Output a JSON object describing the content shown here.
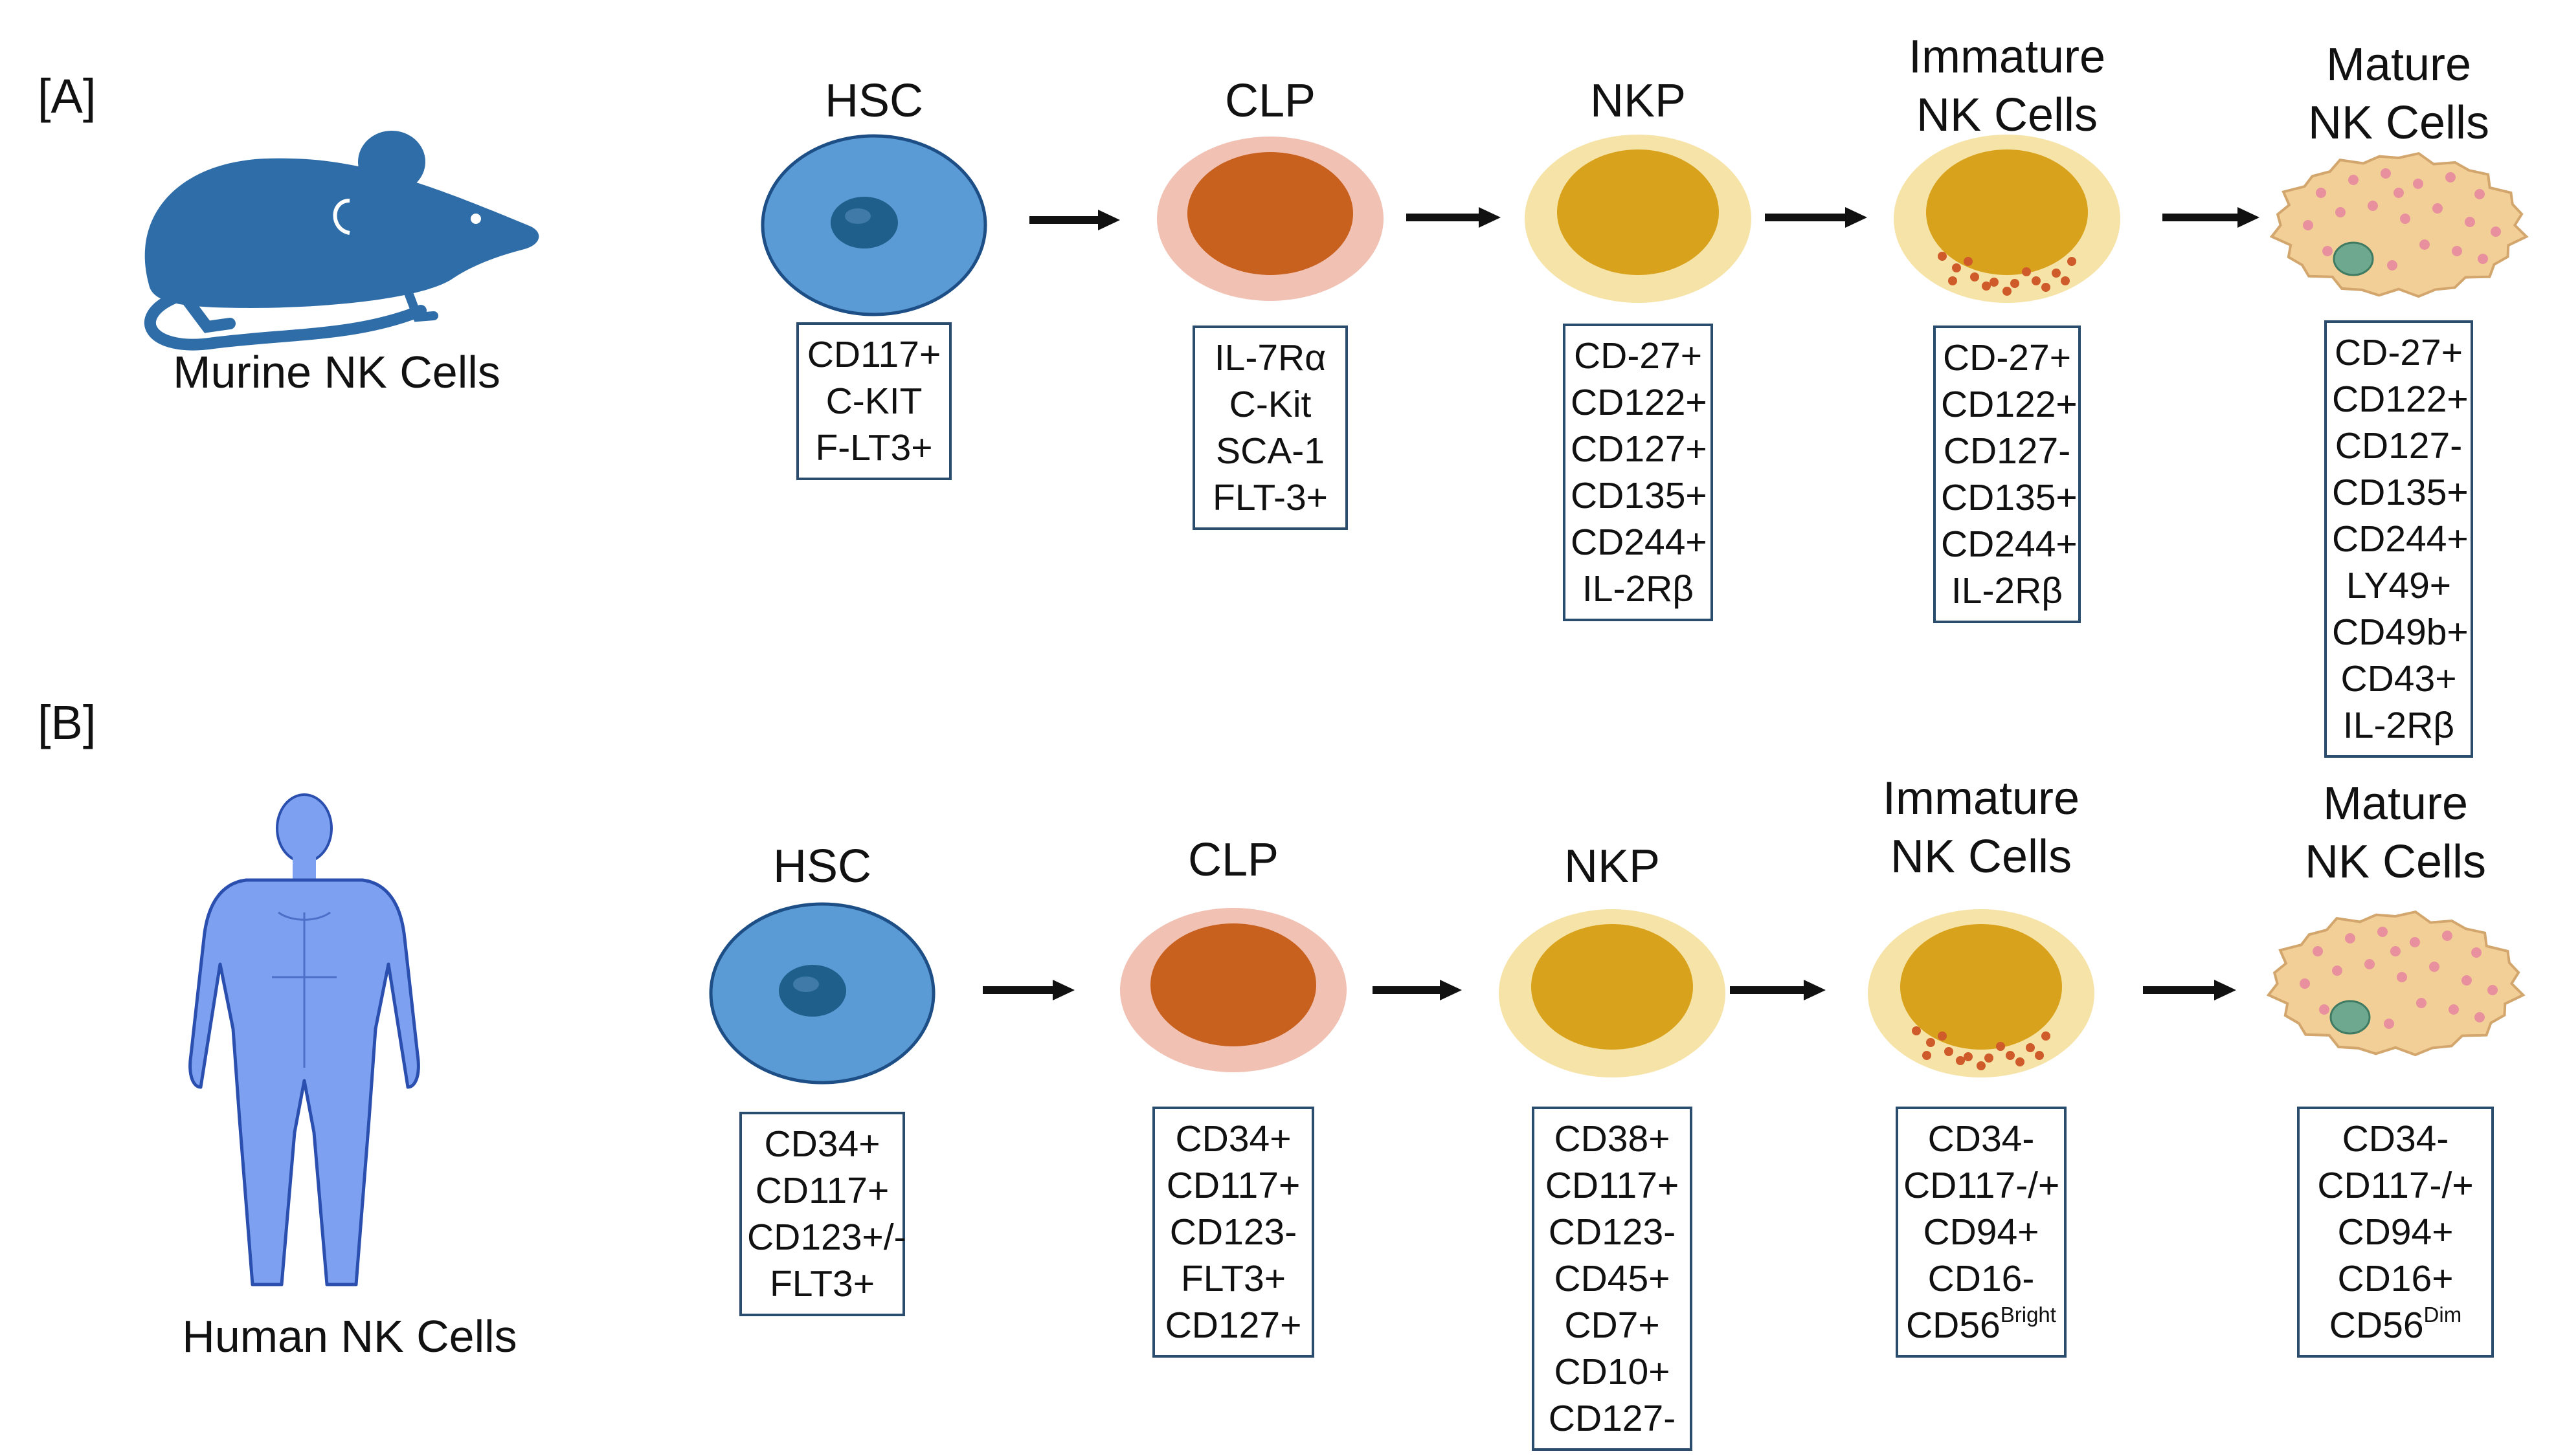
{
  "panels": [
    {
      "label": "[A]",
      "species_label": "Murine NK Cells",
      "species_icon": "mouse-icon",
      "stages": [
        {
          "title": [
            "HSC"
          ],
          "cell": "hsc",
          "markers": [
            [
              "CD117+"
            ],
            [
              "C-KIT"
            ],
            [
              "F-LT3+"
            ]
          ]
        },
        {
          "title": [
            "CLP"
          ],
          "cell": "clp",
          "markers": [
            [
              "IL-7Rα"
            ],
            [
              "C-Kit"
            ],
            [
              "SCA-1"
            ],
            [
              "FLT-3+"
            ]
          ]
        },
        {
          "title": [
            "NKP"
          ],
          "cell": "nkp",
          "markers": [
            [
              "CD-27+"
            ],
            [
              "CD122+"
            ],
            [
              "CD127+"
            ],
            [
              "CD135+"
            ],
            [
              "CD244+"
            ],
            [
              "IL-2Rβ"
            ]
          ]
        },
        {
          "title": [
            "Immature",
            "NK Cells"
          ],
          "cell": "immature",
          "markers": [
            [
              "CD-27+"
            ],
            [
              "CD122+"
            ],
            [
              "CD127-"
            ],
            [
              "CD135+"
            ],
            [
              "CD244+"
            ],
            [
              "IL-2Rβ"
            ]
          ]
        },
        {
          "title": [
            "Mature",
            "NK Cells"
          ],
          "cell": "mature",
          "markers": [
            [
              "CD-27+"
            ],
            [
              "CD122+"
            ],
            [
              "CD127-"
            ],
            [
              "CD135+"
            ],
            [
              "CD244+"
            ],
            [
              "LY49+"
            ],
            [
              "CD49b+"
            ],
            [
              "CD43+"
            ],
            [
              "IL-2Rβ"
            ]
          ]
        }
      ]
    },
    {
      "label": "[B]",
      "species_label": "Human NK Cells",
      "species_icon": "human-body-icon",
      "stages": [
        {
          "title": [
            "HSC"
          ],
          "cell": "hsc",
          "markers": [
            [
              "CD34+"
            ],
            [
              "CD117+"
            ],
            [
              "CD123+/-"
            ],
            [
              "FLT3+"
            ]
          ]
        },
        {
          "title": [
            "CLP"
          ],
          "cell": "clp",
          "markers": [
            [
              "CD34+"
            ],
            [
              "CD117+"
            ],
            [
              "CD123-"
            ],
            [
              "FLT3+"
            ],
            [
              "CD127+"
            ]
          ]
        },
        {
          "title": [
            "NKP"
          ],
          "cell": "nkp",
          "markers": [
            [
              "CD38+"
            ],
            [
              "CD117+"
            ],
            [
              "CD123-"
            ],
            [
              "CD45+"
            ],
            [
              "CD7+"
            ],
            [
              "CD10+"
            ],
            [
              "CD127-"
            ]
          ]
        },
        {
          "title": [
            "Immature",
            "NK Cells"
          ],
          "cell": "immature",
          "markers": [
            [
              "CD34-"
            ],
            [
              "CD117-/+"
            ],
            [
              "CD94+"
            ],
            [
              "CD16-"
            ],
            [
              "CD56",
              "Bright"
            ]
          ]
        },
        {
          "title": [
            "Mature",
            "NK Cells"
          ],
          "cell": "mature",
          "markers": [
            [
              "CD34-"
            ],
            [
              "CD117-/+"
            ],
            [
              "CD94+"
            ],
            [
              "CD16+"
            ],
            [
              "CD56",
              "Dim"
            ]
          ]
        }
      ]
    }
  ],
  "colors": {
    "hsc_fill": "#5b9bd5",
    "hsc_nucleus": "#1f5f8b",
    "clp_fill": "#c8601e",
    "clp_ring": "#f1c1b4",
    "nkp_fill": "#d9a21c",
    "nkp_ring": "#f6e3a8",
    "mature_fill": "#f3cf98",
    "mature_granule": "#e8909e",
    "mature_nucleus": "#6ea88e",
    "mouse": "#2f6da8",
    "human": "#7ea0f0",
    "box_border": "#2a4d6e",
    "arrow": "#111111"
  }
}
